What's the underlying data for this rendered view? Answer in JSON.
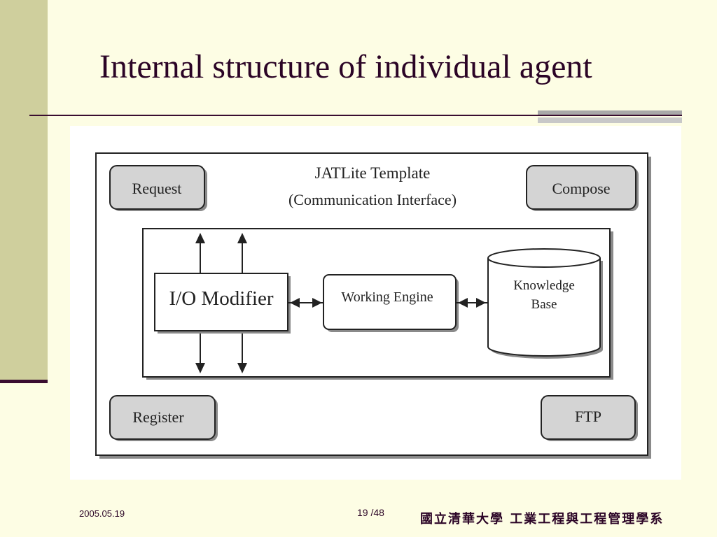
{
  "slide": {
    "title": "Internal structure of individual agent",
    "footer_date": "2005.05.19",
    "footer_page": "19 /48",
    "footer_org": "國立清華大學  工業工程與工程管理學系"
  },
  "diagram": {
    "template_title": "JATLite Template",
    "template_subtitle": "(Communication Interface)",
    "request": "Request",
    "compose": "Compose",
    "register": "Register",
    "ftp": "FTP",
    "io_modifier": "I/O Modifier",
    "working_engine": "Working Engine",
    "knowledge_base_line1": "Knowledge",
    "knowledge_base_line2": "Base"
  },
  "colors": {
    "background": "#fdfde4",
    "sidebar": "#cfcf9d",
    "title": "#2b0426",
    "gray_box": "#d4d4d4"
  }
}
